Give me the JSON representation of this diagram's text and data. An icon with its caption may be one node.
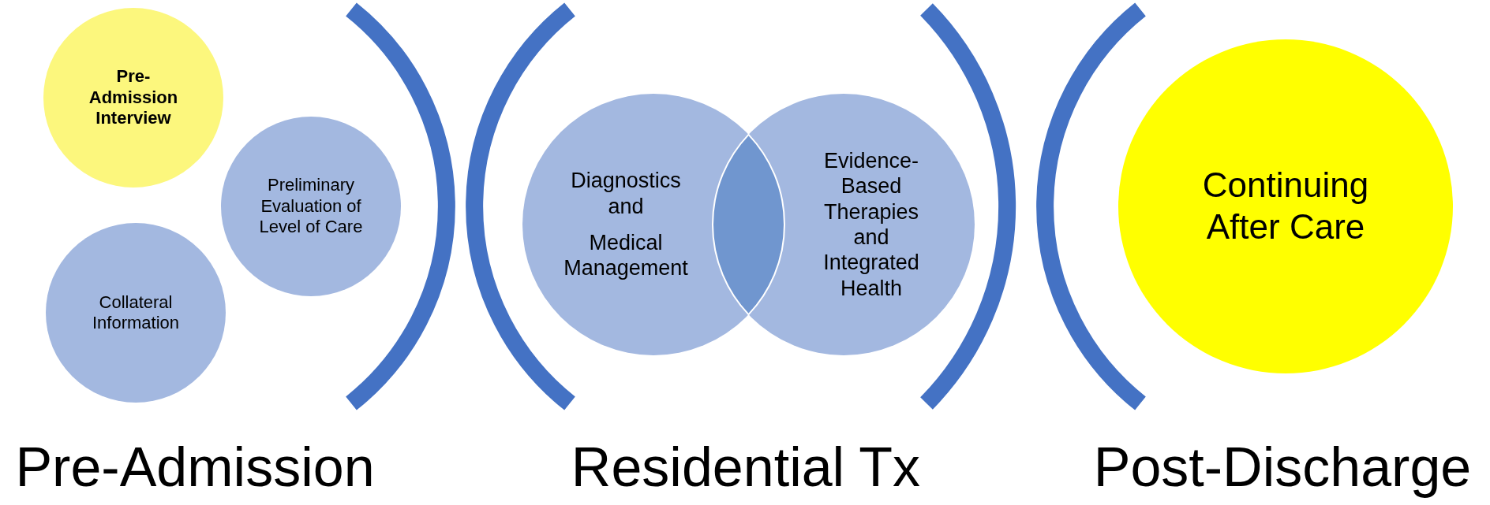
{
  "diagram": {
    "nodes": [
      {
        "text": [
          "Pre-Admission Interview"
        ]
      },
      {
        "text": [
          "Preliminary Evaluation of Level of Care"
        ]
      },
      {
        "text": [
          "Collateral Information"
        ]
      },
      {
        "text": [
          "Diagnostics and",
          "Medical Management"
        ]
      },
      {
        "text": [
          "Evidence-Based Therapies and Integrated Health"
        ]
      },
      {
        "text": [
          "Continuing After Care"
        ]
      }
    ],
    "edges": [],
    "labels": [
      "Pre-Admission",
      "Residential Tx",
      "Post-Discharge"
    ]
  }
}
